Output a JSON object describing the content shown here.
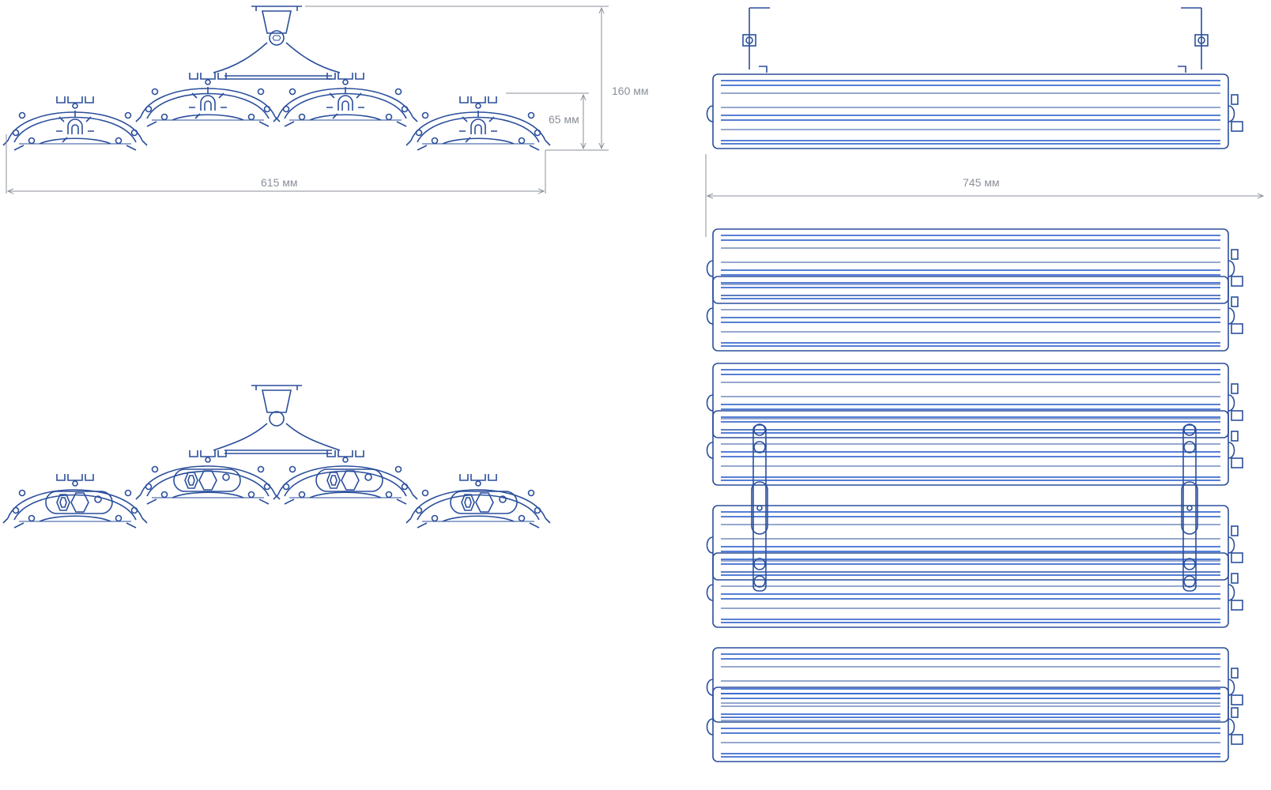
{
  "dimensions": {
    "height_total": "160 мм",
    "height_body": "65 мм",
    "width_front": "615 мм",
    "length_side": "745 мм"
  },
  "views": {
    "front": {
      "module_count": 4
    },
    "back": {
      "module_count": 4
    },
    "side": {},
    "top": {
      "module_count": 4
    }
  },
  "colors": {
    "line": "#2b4f9c",
    "accent_blue": "#1f55c8",
    "dimension": "#8a8f99",
    "background": "#ffffff"
  }
}
